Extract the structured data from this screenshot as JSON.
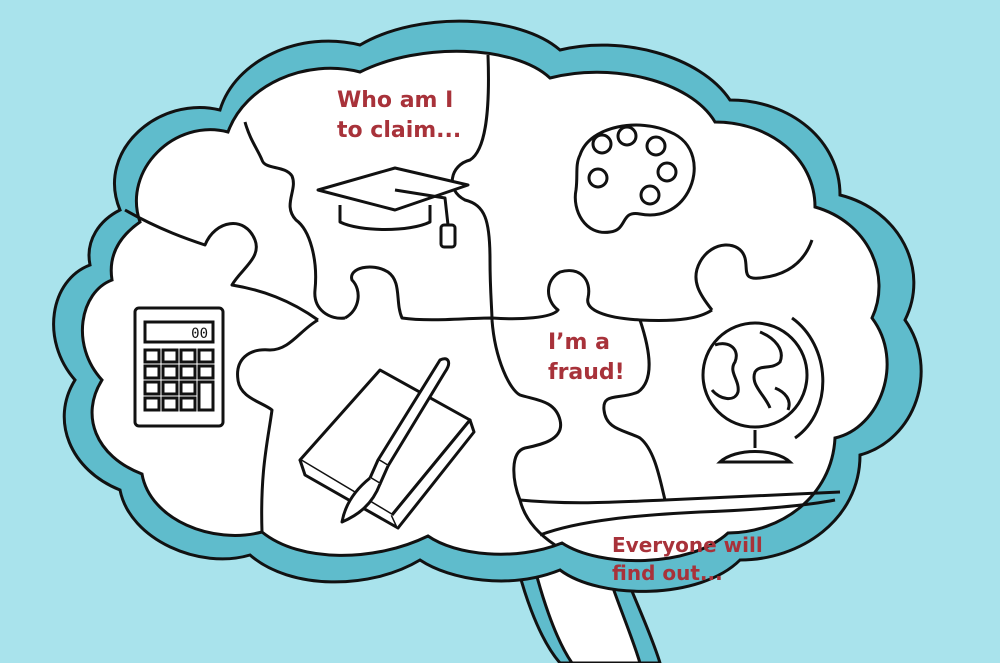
{
  "colors": {
    "background": "#a9e3ec",
    "brain_outline": "#5fbccc",
    "brain_fill": "#ffffff",
    "stroke": "#111111",
    "thought_text": "#a8323a"
  },
  "thoughts": {
    "top": {
      "line1": "Who am I",
      "line2": "to claim..."
    },
    "middle": {
      "line1": "I’m a",
      "line2": "fraud!"
    },
    "bottom": {
      "line1": "Everyone will",
      "line2": "find out..."
    }
  },
  "calculator_display": "00",
  "icons": [
    "graduation-cap-icon",
    "paint-palette-icon",
    "calculator-icon",
    "book-and-brush-icon",
    "globe-icon"
  ]
}
